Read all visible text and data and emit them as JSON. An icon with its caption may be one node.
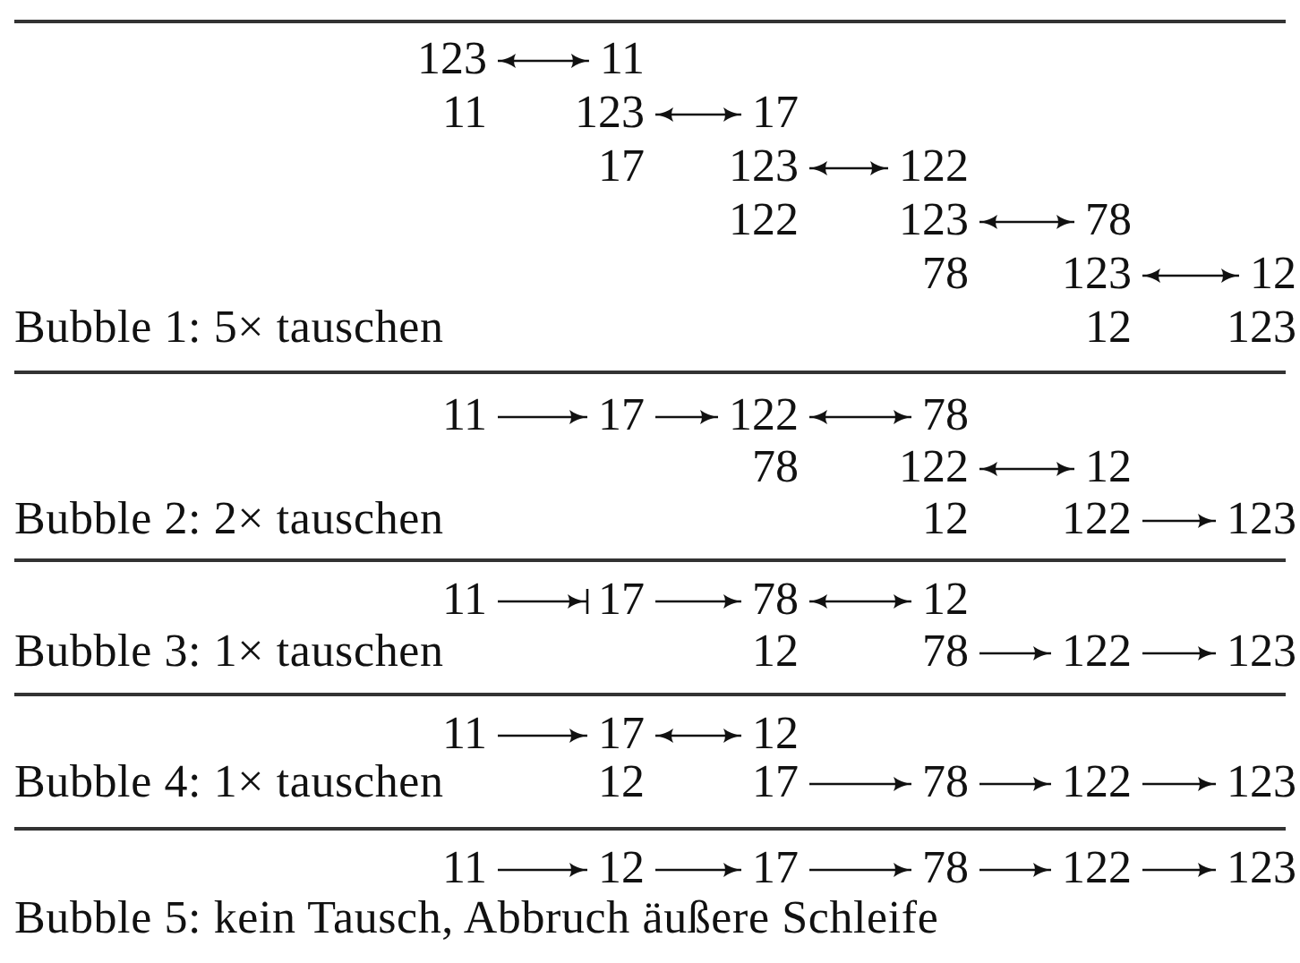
{
  "diagram": {
    "nodes": [
      {
        "text": [
          "123"
        ]
      },
      {
        "text": [
          "11"
        ]
      },
      {
        "text": [
          "11"
        ]
      },
      {
        "text": [
          "123"
        ]
      },
      {
        "text": [
          "17"
        ]
      },
      {
        "text": [
          "17"
        ]
      },
      {
        "text": [
          "123"
        ]
      },
      {
        "text": [
          "122"
        ]
      },
      {
        "text": [
          "122"
        ]
      },
      {
        "text": [
          "123"
        ]
      },
      {
        "text": [
          "78"
        ]
      },
      {
        "text": [
          "78"
        ]
      },
      {
        "text": [
          "123"
        ]
      },
      {
        "text": [
          "12"
        ]
      },
      {
        "text": [
          "12"
        ]
      },
      {
        "text": [
          "123"
        ]
      },
      {
        "text": [
          "11"
        ]
      },
      {
        "text": [
          "17"
        ]
      },
      {
        "text": [
          "122"
        ]
      },
      {
        "text": [
          "78"
        ]
      },
      {
        "text": [
          "78"
        ]
      },
      {
        "text": [
          "122"
        ]
      },
      {
        "text": [
          "12"
        ]
      },
      {
        "text": [
          "12"
        ]
      },
      {
        "text": [
          "122"
        ]
      },
      {
        "text": [
          "123"
        ]
      },
      {
        "text": [
          "11"
        ]
      },
      {
        "text": [
          "17"
        ]
      },
      {
        "text": [
          "78"
        ]
      },
      {
        "text": [
          "12"
        ]
      },
      {
        "text": [
          "12"
        ]
      },
      {
        "text": [
          "78"
        ]
      },
      {
        "text": [
          "122"
        ]
      },
      {
        "text": [
          "123"
        ]
      },
      {
        "text": [
          "11"
        ]
      },
      {
        "text": [
          "17"
        ]
      },
      {
        "text": [
          "12"
        ]
      },
      {
        "text": [
          "12"
        ]
      },
      {
        "text": [
          "17"
        ]
      },
      {
        "text": [
          "78"
        ]
      },
      {
        "text": [
          "122"
        ]
      },
      {
        "text": [
          "123"
        ]
      },
      {
        "text": [
          "11"
        ]
      },
      {
        "text": [
          "12"
        ]
      },
      {
        "text": [
          "17"
        ]
      },
      {
        "text": [
          "78"
        ]
      },
      {
        "text": [
          "122"
        ]
      },
      {
        "text": [
          "123"
        ]
      }
    ],
    "edges": [
      {
        "from": 0,
        "to": 1,
        "arrow": "both"
      },
      {
        "from": 3,
        "to": 4,
        "arrow": "both"
      },
      {
        "from": 6,
        "to": 7,
        "arrow": "both"
      },
      {
        "from": 9,
        "to": 10,
        "arrow": "both"
      },
      {
        "from": 12,
        "to": 13,
        "arrow": "both"
      },
      {
        "from": 16,
        "to": 17,
        "arrow": "to"
      },
      {
        "from": 17,
        "to": 18,
        "arrow": "to"
      },
      {
        "from": 18,
        "to": 19,
        "arrow": "both"
      },
      {
        "from": 21,
        "to": 22,
        "arrow": "both"
      },
      {
        "from": 24,
        "to": 25,
        "arrow": "to"
      },
      {
        "from": 26,
        "to": 27,
        "arrow": "to"
      },
      {
        "from": 27,
        "to": 28,
        "arrow": "to"
      },
      {
        "from": 28,
        "to": 29,
        "arrow": "both"
      },
      {
        "from": 31,
        "to": 32,
        "arrow": "to"
      },
      {
        "from": 32,
        "to": 33,
        "arrow": "to"
      },
      {
        "from": 34,
        "to": 35,
        "arrow": "to"
      },
      {
        "from": 35,
        "to": 36,
        "arrow": "both"
      },
      {
        "from": 38,
        "to": 39,
        "arrow": "to"
      },
      {
        "from": 39,
        "to": 40,
        "arrow": "to"
      },
      {
        "from": 40,
        "to": 41,
        "arrow": "to"
      },
      {
        "from": 42,
        "to": 43,
        "arrow": "to"
      },
      {
        "from": 43,
        "to": 44,
        "arrow": "to"
      },
      {
        "from": 44,
        "to": 45,
        "arrow": "to"
      },
      {
        "from": 45,
        "to": 46,
        "arrow": "to"
      },
      {
        "from": 46,
        "to": 47,
        "arrow": "to"
      }
    ],
    "labels": [
      "Bubble 1: 5× tauschen",
      "Bubble 2: 2× tauschen",
      "Bubble 3: 1× tauschen",
      "Bubble 4: 1× tauschen",
      "Bubble 5: kein Tausch, Abbruch äußere Schleife"
    ]
  }
}
